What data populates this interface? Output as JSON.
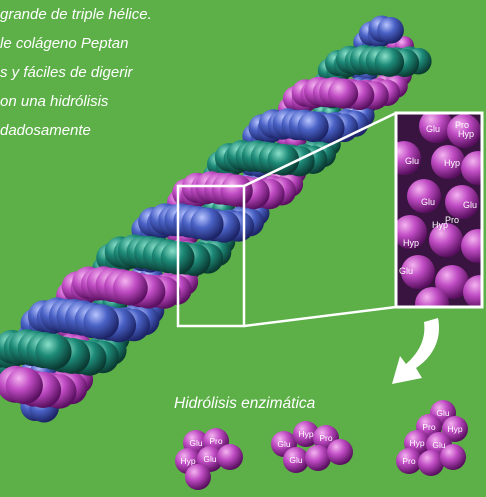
{
  "intro_lines": [
    "grande de triple hélice.",
    "le colágeno Peptan",
    "s y fáciles de digerir",
    "on una hidrólisis",
    "dadosamente"
  ],
  "caption": "Hidrólisis enzimática",
  "zoom_labels": [
    "Glu",
    "Pro",
    "Hyp",
    "Glu",
    "Hyp",
    "Glu",
    "Glu",
    "Pro",
    "Hyp",
    "Glu",
    "Hyp"
  ],
  "fragments": [
    {
      "labels": [
        "Glu",
        "Pro",
        "Hyp",
        "Glu"
      ]
    },
    {
      "labels": [
        "Glu",
        "Hyp",
        "Pro",
        "Glu"
      ]
    },
    {
      "labels": [
        "Glu",
        "Hyp",
        "Pro",
        "Hyp",
        "Glu",
        "Pro"
      ]
    }
  ],
  "colors": {
    "background": "#5cb047",
    "magenta": "#b03cb8",
    "blue": "#4a62c6",
    "teal": "#1d8a78",
    "frame": "#ffffff"
  }
}
